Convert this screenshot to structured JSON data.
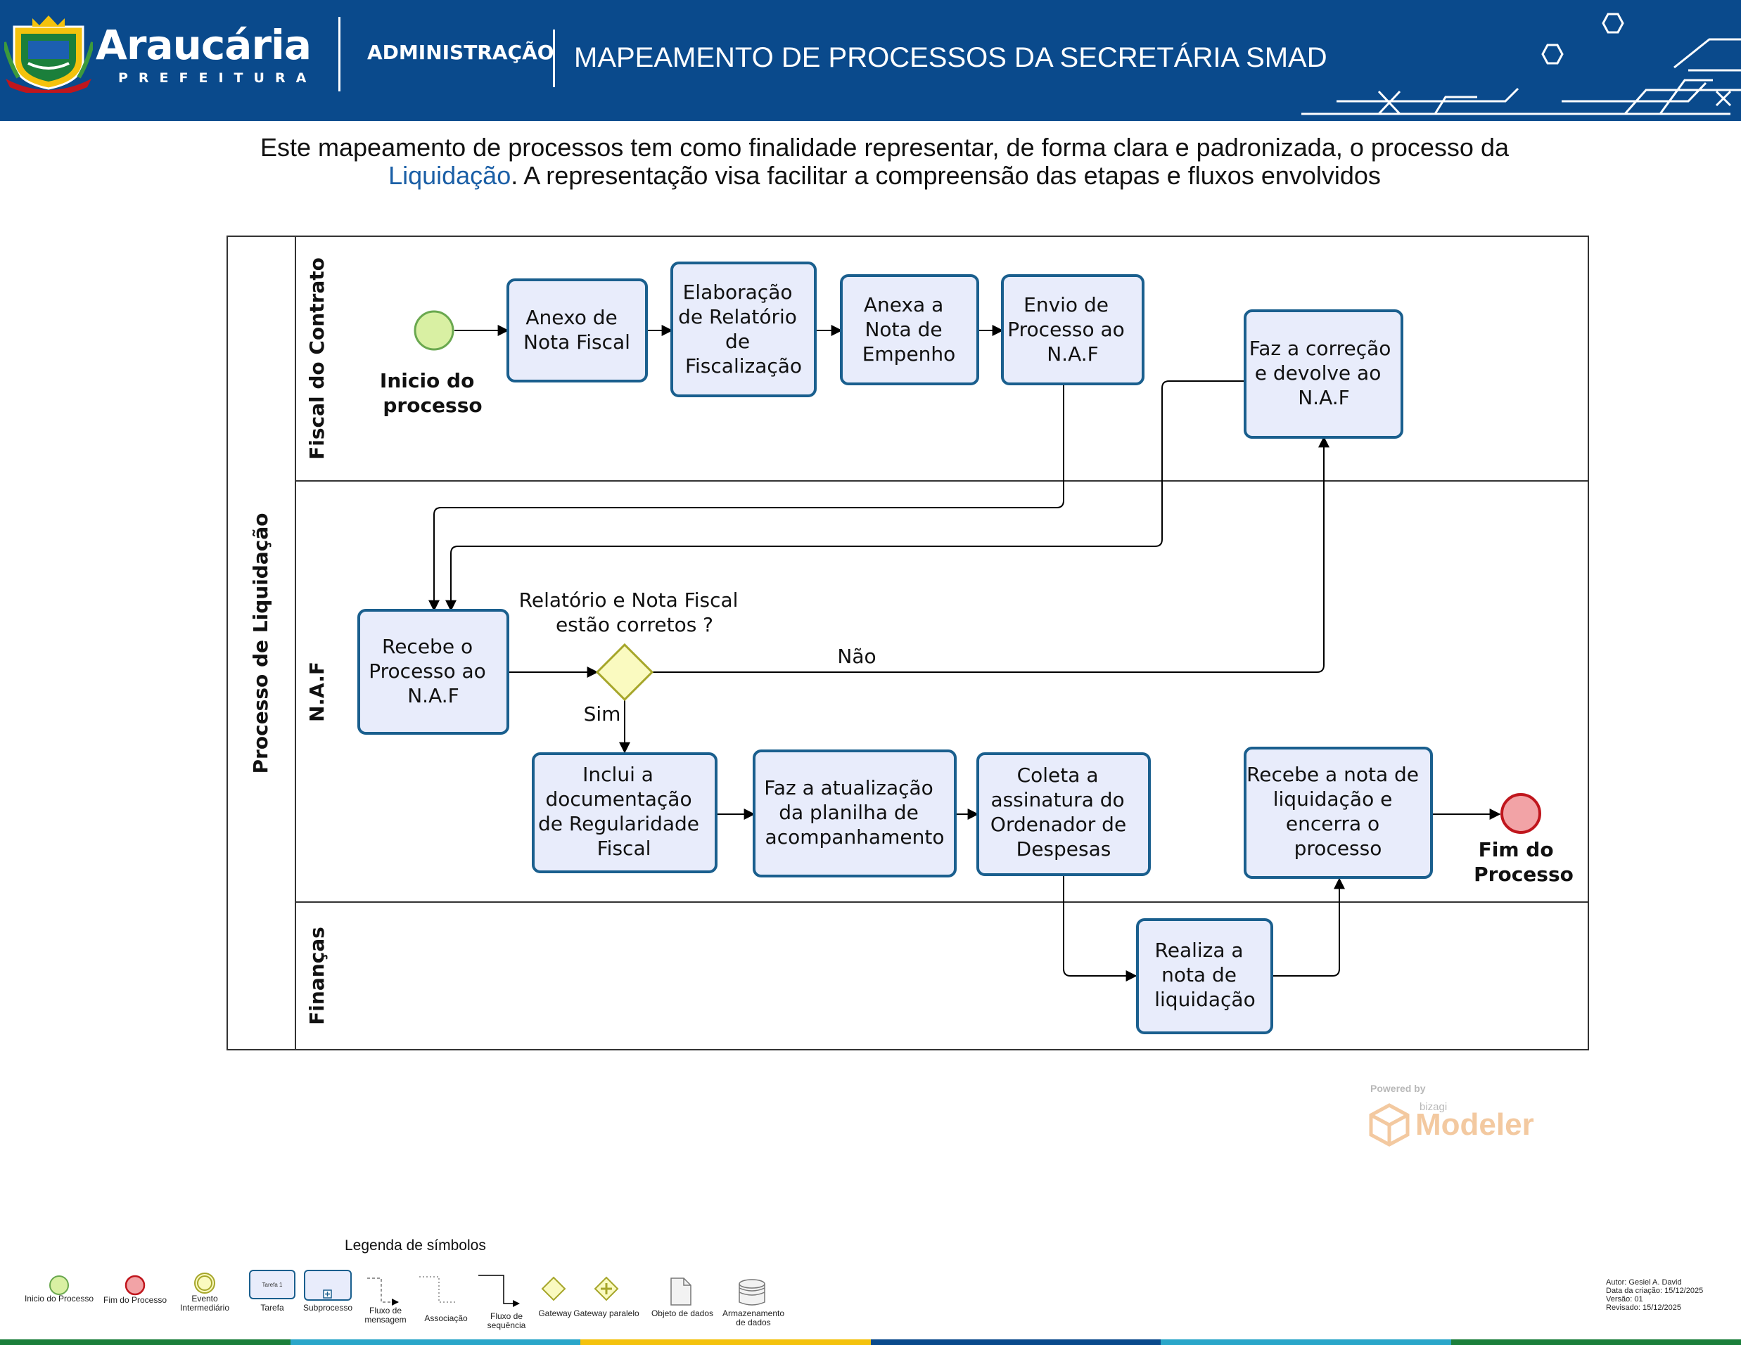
{
  "header": {
    "brand_name": "Araucária",
    "brand_sub": "PREFEITURA",
    "department": "ADMINISTRAÇÃO",
    "title": "MAPEAMENTO DE PROCESSOS DA SECRETÁRIA SMAD",
    "colors": {
      "background": "#0a4a8c",
      "text": "#ffffff"
    }
  },
  "intro": {
    "line1": "Este mapeamento de processos tem como finalidade representar, de forma clara e padronizada, o processo da",
    "highlight": "Liquidação",
    "line2_rest": ". A representação visa facilitar a compreensão das etapas e fluxos envolvidos"
  },
  "pool": {
    "name": "Processo de Liquidação",
    "lanes": [
      "Fiscal do Contrato",
      "N.A.F",
      "Finanças"
    ]
  },
  "events": {
    "start": [
      "Inicio do",
      "processo"
    ],
    "end": [
      "Fim do",
      "Processo"
    ]
  },
  "tasks": {
    "anexo": [
      "Anexo de",
      "Nota Fiscal"
    ],
    "elaboracao": [
      "Elaboração",
      "de Relatório",
      "de",
      "Fiscalização"
    ],
    "anexa_empenho": [
      "Anexa a",
      "Nota de",
      "Empenho"
    ],
    "envio": [
      "Envio de",
      "Processo ao",
      "N.A.F"
    ],
    "correcao": [
      "Faz a correção",
      "e devolve ao",
      "N.A.F"
    ],
    "recebe": [
      "Recebe o",
      "Processo ao",
      "N.A.F"
    ],
    "inclui": [
      "Inclui a",
      "documentação",
      "de Regularidade",
      "Fiscal"
    ],
    "atualizacao": [
      "Faz a atualização",
      "da planilha de",
      "acompanhamento"
    ],
    "coleta": [
      "Coleta a",
      "assinatura do",
      "Ordenador de",
      "Despesas"
    ],
    "recebe_nota": [
      "Recebe a nota de",
      "liquidação e",
      "encerra o",
      "processo"
    ],
    "realiza": [
      "Realiza a",
      "nota de",
      "liquidação"
    ]
  },
  "gateway": {
    "question": [
      "Relatório e Nota Fiscal",
      "estão corretos ?"
    ],
    "yes_label": "Sim",
    "no_label": "Não"
  },
  "colors": {
    "task_fill": "#e8ecfb",
    "task_stroke": "#1a5f8e",
    "start_fill": "#d9f0a3",
    "start_stroke": "#6aa84f",
    "end_fill": "#f2a3a6",
    "end_stroke": "#c0161d",
    "gateway_fill": "#fafac0",
    "gateway_stroke": "#a6a62a"
  },
  "legend": {
    "title": "Legenda de símbolos",
    "items": [
      "Inicio do Processo",
      "Fim do Processo",
      "Evento Intermediário",
      "Tarefa",
      "Subprocesso",
      "Fluxo de mensagem",
      "Associação",
      "Fluxo de sequência",
      "Gateway",
      "Gateway paralelo",
      "Objeto de dados",
      "Armazenamento de dados"
    ],
    "task_sample": "Tarefa 1"
  },
  "watermark": {
    "powered": "Powered by",
    "bizagi": "bizagi",
    "modeler": "Modeler"
  },
  "meta": {
    "author": "Autor: Gesiel A. David",
    "created": "Data da criação: 15/12/2025",
    "version": "Versão: 01",
    "revised": "Revisado: 15/12/2025"
  }
}
